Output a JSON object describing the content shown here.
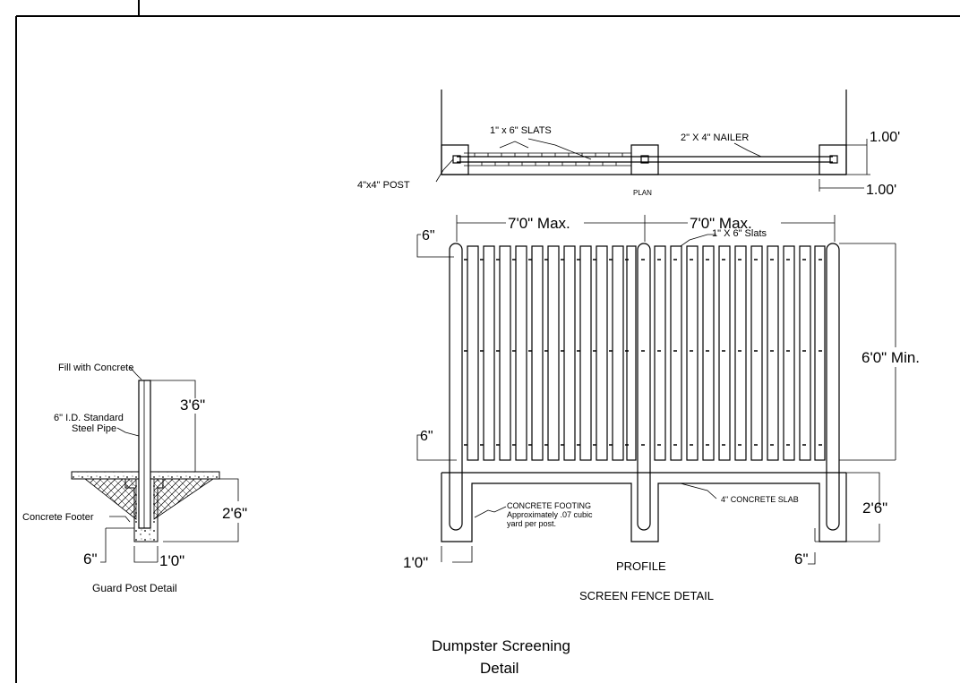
{
  "plan": {
    "slats_label": "1\" x 6\" SLATS",
    "nailer_label": "2\" X 4\" NAILER",
    "post_label": "4\"x4\" POST",
    "dim_top": "1.00'",
    "dim_side": "1.00'",
    "caption": "PLAN"
  },
  "profile": {
    "span_left": "7'0\" Max.",
    "span_right": "7'0\" Max.",
    "slats_label": "1\" X 6\" Slats",
    "top_gap": "6\"",
    "bottom_gap": "6\"",
    "height_dim": "6'0\" Min.",
    "footing_label_1": "CONCRETE FOOTING",
    "footing_label_2": "Approximately .07 cubic",
    "footing_label_3": "yard per post.",
    "slab_label": "4\" CONCRETE SLAB",
    "depth_dim": "2'6\"",
    "footing_width": "1'0\"",
    "post_width": "6\"",
    "caption": "PROFILE",
    "detail_caption": "SCREEN FENCE DETAIL"
  },
  "guard_post": {
    "fill_label": "Fill with Concrete",
    "pipe_label_1": "6\" I.D. Standard",
    "pipe_label_2": "Steel Pipe",
    "height_dim": "3'6\"",
    "footer_label": "Concrete Footer",
    "depth_dim": "2'6\"",
    "pipe_dim": "6\"",
    "footer_width": "1'0\"",
    "caption": "Guard Post Detail"
  },
  "sheet_title_1": "Dumpster Screening",
  "sheet_title_2": "Detail"
}
